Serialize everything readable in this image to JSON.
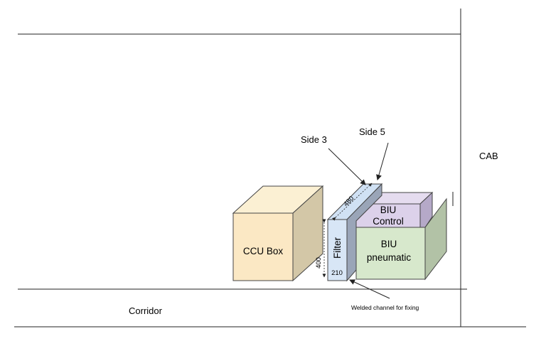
{
  "labels": {
    "cab": "CAB",
    "corridor": "Corridor",
    "ccu_box": "CCU Box",
    "filter": "Filter",
    "filter_width": "210",
    "filter_height": "400",
    "filter_depth": "480",
    "biu_control_line1": "BIU",
    "biu_control_line2": "Control",
    "biu_pneumatic_line1": "BIU",
    "biu_pneumatic_line2": "pneumatic",
    "side3": "Side 3",
    "side5": "Side 5",
    "welded_channel": "Welded channel for fixing"
  },
  "colors": {
    "ccu_front": "#fbe8c4",
    "ccu_top": "#fbf0d3",
    "ccu_side": "#d3c7a7",
    "filter_front": "#d8e6f6",
    "filter_top": "#d0e1f4",
    "filter_side": "#9aa5b8",
    "biu_control_front": "#dcd1ea",
    "biu_control_top": "#e5dcef",
    "biu_control_side": "#b5a9c8",
    "biu_pneumatic_front": "#d7e8cc",
    "biu_pneumatic_side": "#b2c2a6"
  }
}
